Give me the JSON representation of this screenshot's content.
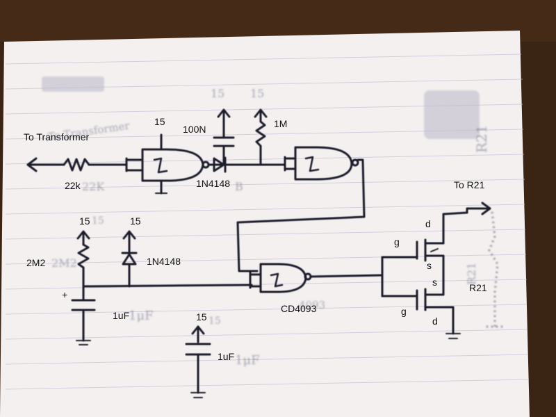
{
  "labels": {
    "to_transformer": "To Transformer",
    "v15_a": "15",
    "c_100n": "100N",
    "r_1m": "1M",
    "r_22k": "22k",
    "d_1n4148_a": "1N4148",
    "to_r21": "To R21",
    "v15_b": "15",
    "v15_c": "15",
    "d_1n4148_b": "1N4148",
    "r_2m2": "2M2",
    "plus": "+",
    "c_1uf_a": "1uF",
    "ic_cd4093": "CD4093",
    "v15_d": "15",
    "c_1uf_b": "1uF",
    "gate_top": "g",
    "gate_bottom": "g",
    "drain_top": "d",
    "source_top": "s",
    "source_bottom": "s",
    "drain_bottom": "d",
    "r21": "R21"
  },
  "handwritten": {
    "v15_1": "15",
    "v15_2": "15",
    "r21_top": "R21",
    "r21_side": "R21",
    "to_transformer": "To Transformer",
    "r_22k": "22K",
    "d_1n4148": "B",
    "r_2m2": "2M2",
    "c_1uf_a": "1μF",
    "c_1uf_b": "1μF",
    "ic_cd4093": "4093",
    "v15_3": "15",
    "v15_4": "15"
  },
  "colors": {
    "background_wood": "#3a2414",
    "paper": "#f3f0ef",
    "ink": "#1a1a2a",
    "rule_line": "#c9bfd8",
    "label_text": "#111111"
  }
}
